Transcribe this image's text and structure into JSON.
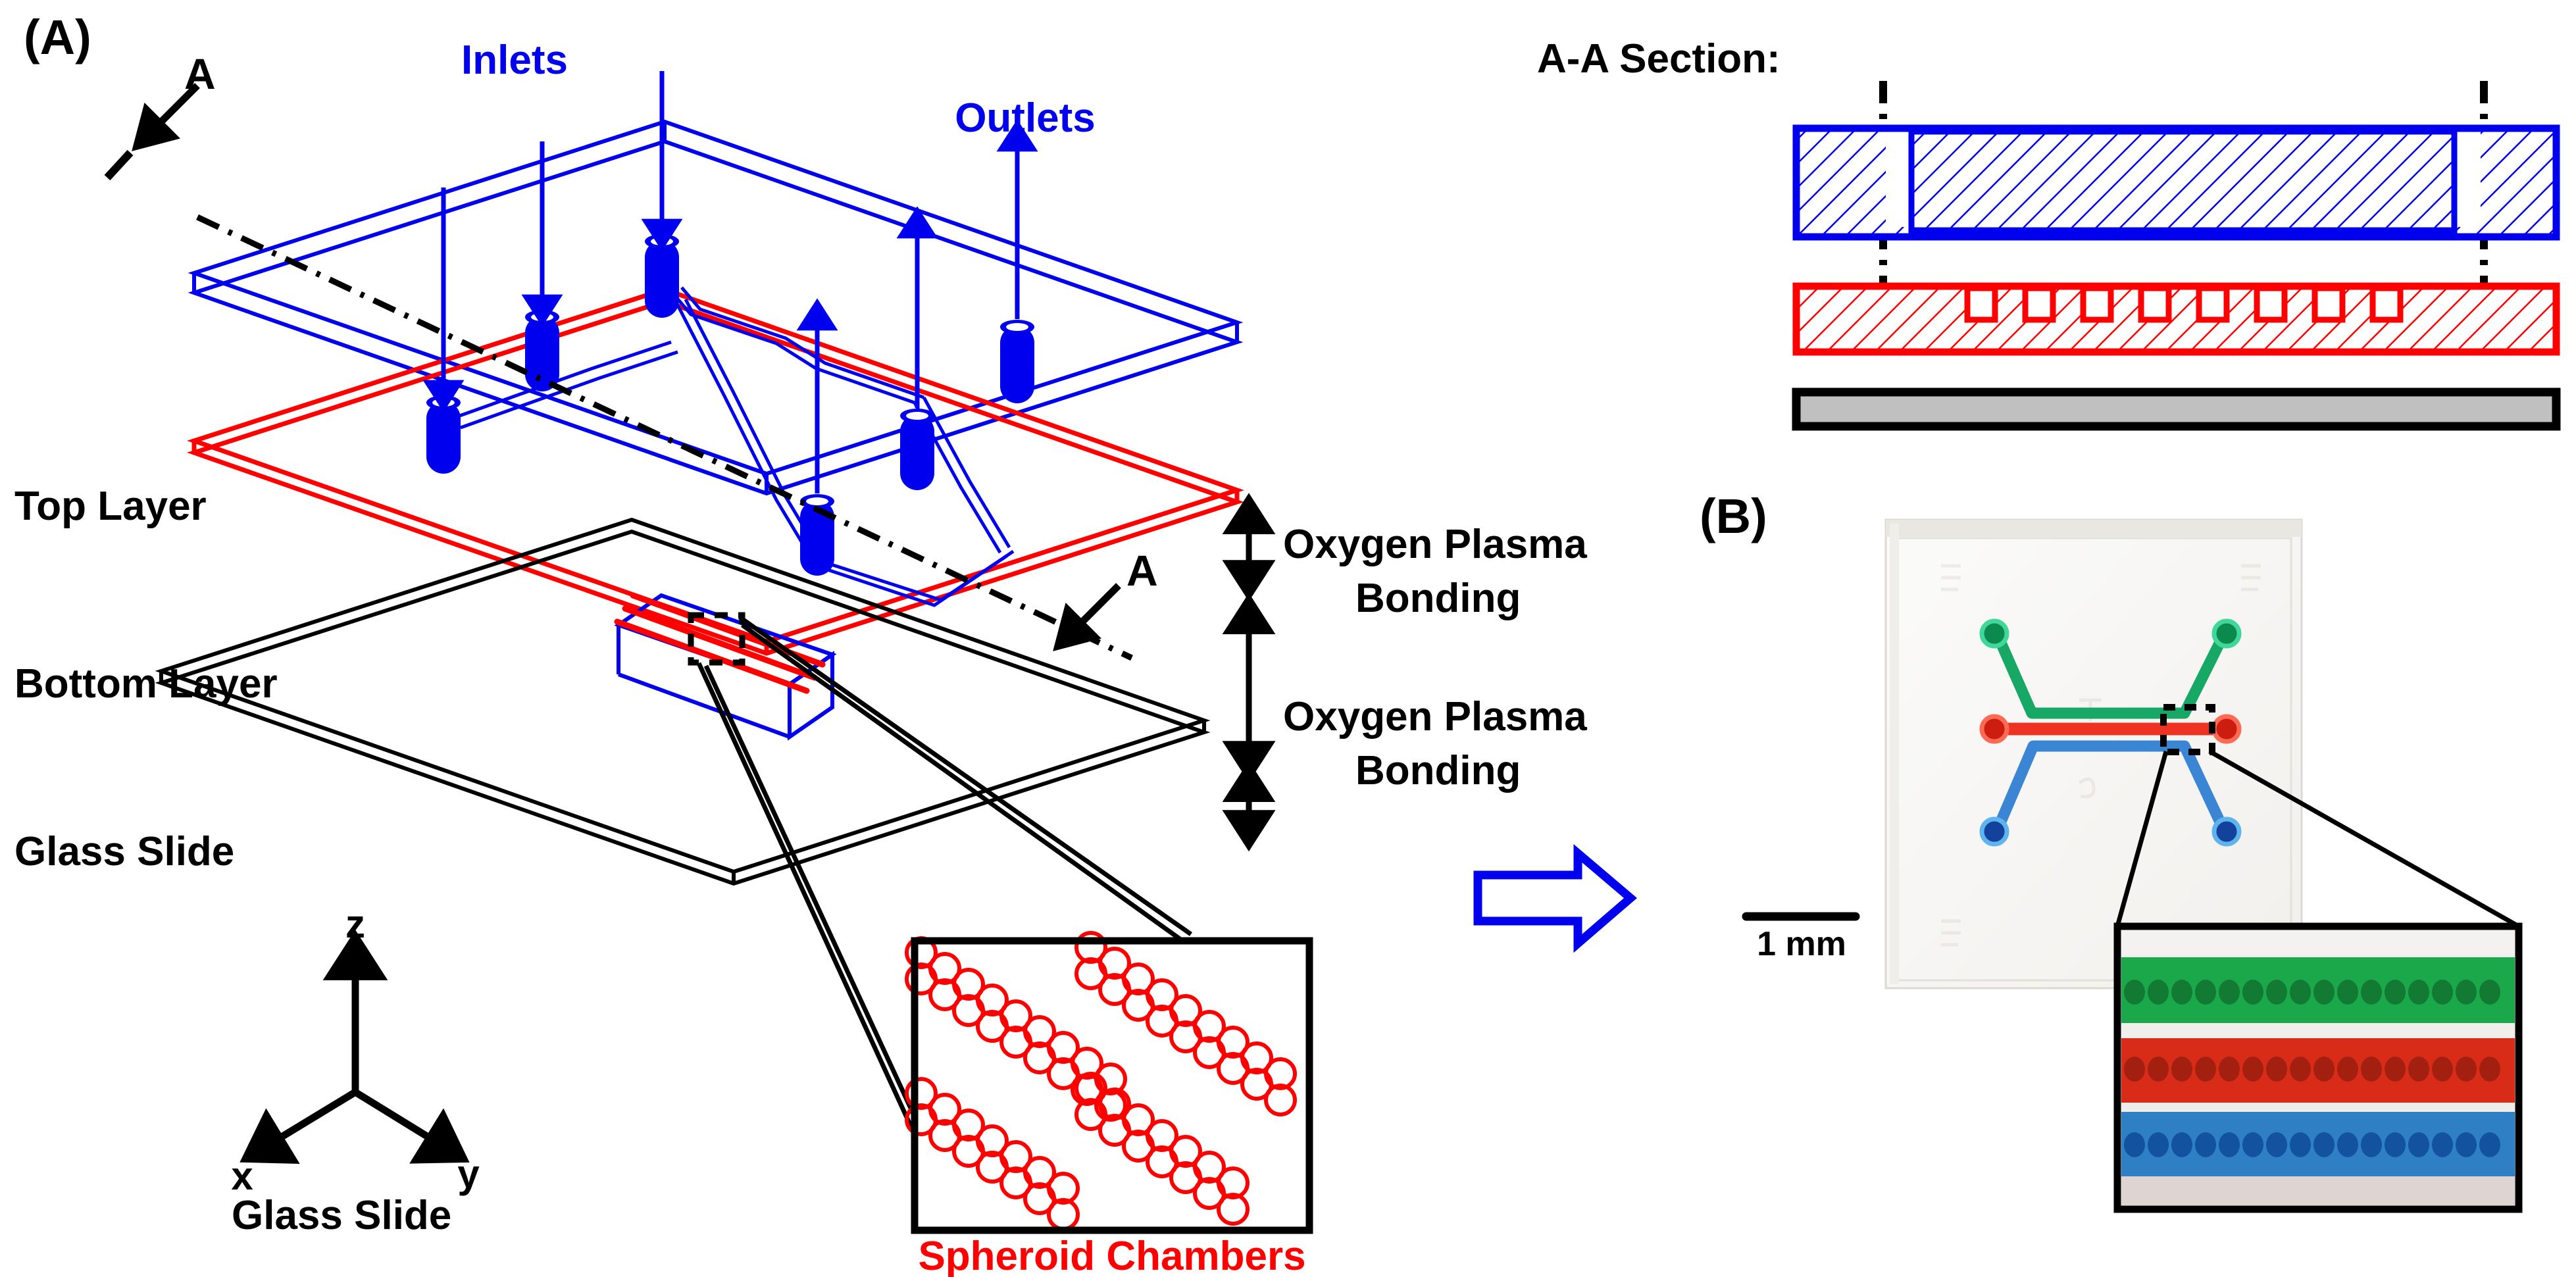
{
  "figure": {
    "panel_a_label": "(A)",
    "panel_b_label": "(B)"
  },
  "panel_a": {
    "labels": {
      "inlets": "Inlets",
      "outlets": "Outlets",
      "top_layer": "Top Layer",
      "bottom_layer": "Bottom Layer",
      "glass_slide": "Glass Slide",
      "glass_slide_axis": "Glass Slide",
      "bonding_top": "Oxygen Plasma\nBonding",
      "bonding_top_line1": "Oxygen Plasma",
      "bonding_top_line2": "Bonding",
      "bonding_bottom_line1": "Oxygen Plasma",
      "bonding_bottom_line2": "Bonding",
      "section_marker_left": "A",
      "section_marker_right": "A",
      "spheroid_chambers": "Spheroid Chambers"
    },
    "axes": {
      "x": "x",
      "y": "y",
      "z": "z"
    },
    "colors": {
      "top_layer": "#0000EE",
      "bottom_layer": "#FF0000",
      "glass_slide": "#000000",
      "chamber_red": "#FF0000"
    },
    "counts": {
      "inlets": 3,
      "outlets": 3,
      "channels": 3
    }
  },
  "section": {
    "title": "A-A Section:",
    "layers": [
      {
        "name": "top-layer-section",
        "color": "#0000EE",
        "hatched": true
      },
      {
        "name": "bottom-layer-section",
        "color": "#FF0000",
        "hatched": true,
        "chambers": 8
      },
      {
        "name": "glass-slide-section",
        "color": "#000000",
        "fill": "#C0C0C0",
        "hatched": false
      }
    ]
  },
  "panel_b": {
    "scale_bar_label": "1 mm",
    "channel_colors": {
      "green": "#00A65A",
      "red": "#EE2222",
      "blue": "#2277DD"
    },
    "inset": {
      "rows": [
        {
          "name": "green-channel",
          "color": "#1AA84A",
          "chamber_color": "#147A33",
          "chambers": 16
        },
        {
          "name": "red-channel",
          "color": "#D82B18",
          "chamber_color": "#A82010",
          "chambers": 16
        },
        {
          "name": "blue-channel",
          "color": "#2E7FC4",
          "chamber_color": "#1352A0",
          "chambers": 16
        }
      ]
    },
    "ports": {
      "green": 2,
      "red": 2,
      "blue": 2
    }
  },
  "transition_arrow": {
    "name": "process-arrow",
    "color": "#0000EE",
    "direction": "right"
  }
}
